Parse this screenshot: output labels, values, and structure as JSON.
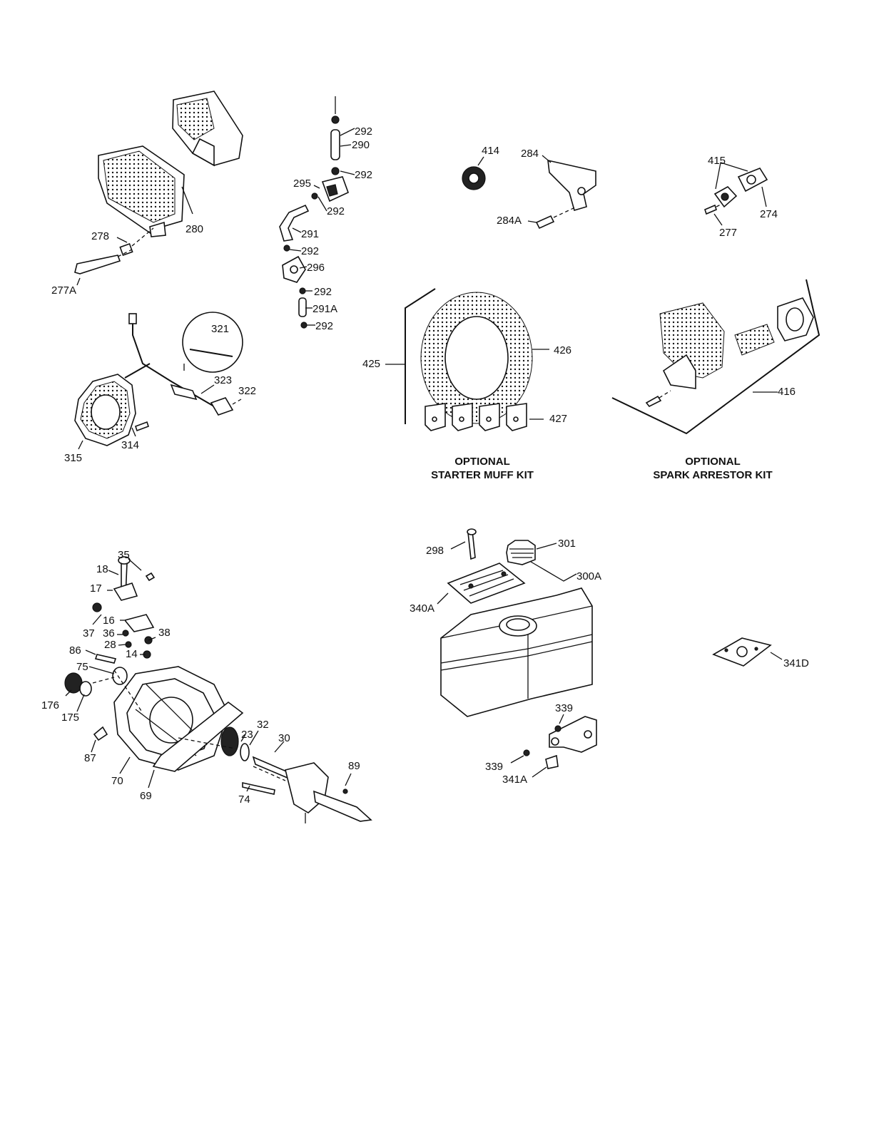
{
  "labels": {
    "l292a": "292",
    "l290": "290",
    "l292b": "292",
    "l295": "295",
    "l292c": "292",
    "l291": "291",
    "l292d": "292",
    "l296": "296",
    "l292e": "292",
    "l291A": "291A",
    "l292f": "292",
    "l414": "414",
    "l284": "284",
    "l284A": "284A",
    "l415": "415",
    "l274": "274",
    "l277": "277",
    "l278": "278",
    "l280": "280",
    "l277A": "277A",
    "l321": "321",
    "l323": "323",
    "l322": "322",
    "l314": "314",
    "l315": "315",
    "l425": "425",
    "l426": "426",
    "l427": "427",
    "l416": "416",
    "l35": "35",
    "l18": "18",
    "l17": "17",
    "l37": "37",
    "l16": "16",
    "l36": "36",
    "l38": "38",
    "l28": "28",
    "l14": "14",
    "l86": "86",
    "l75": "75",
    "l176": "176",
    "l175": "175",
    "l87": "87",
    "l70": "70",
    "l69": "69",
    "l23": "23",
    "l32": "32",
    "l30": "30",
    "l74": "74",
    "l89": "89",
    "l298": "298",
    "l301": "301",
    "l300A": "300A",
    "l340A": "340A",
    "l339a": "339",
    "l339b": "339",
    "l341A": "341A",
    "l341D": "341D"
  },
  "captions": {
    "starter_muff": {
      "line1": "OPTIONAL",
      "line2": "STARTER MUFF KIT"
    },
    "spark_arrestor": {
      "line1": "OPTIONAL",
      "line2": "SPARK ARRESTOR KIT"
    }
  }
}
